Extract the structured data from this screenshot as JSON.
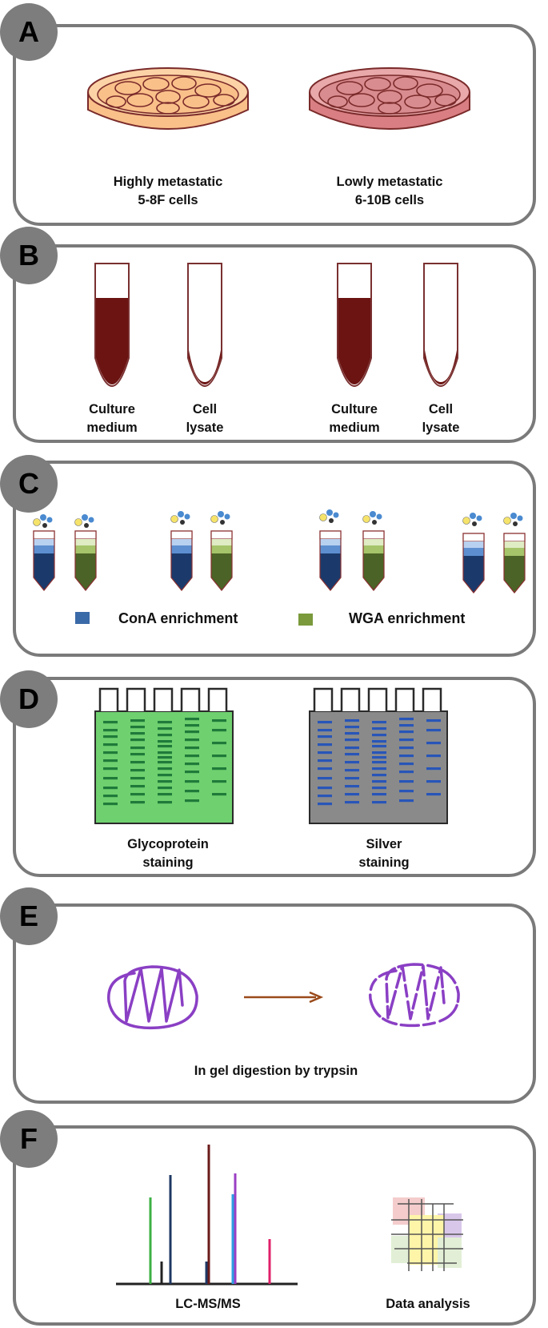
{
  "panels": {
    "a": {
      "letter": "A",
      "dish1": {
        "line1": "Highly metastatic",
        "line2": "5-8F cells",
        "color": "#f9c08a"
      },
      "dish2": {
        "line1": "Lowly metastatic",
        "line2": "6-10B cells",
        "color": "#d97f83"
      }
    },
    "b": {
      "letter": "B",
      "tubes": [
        {
          "line1": "Culture",
          "line2": "medium"
        },
        {
          "line1": "Cell",
          "line2": "lysate"
        },
        {
          "line1": "Culture",
          "line2": "medium"
        },
        {
          "line1": "Cell",
          "line2": "lysate"
        }
      ],
      "liquid_color": "#6b1412"
    },
    "c": {
      "letter": "C",
      "legend": [
        {
          "label": "ConA enrichment",
          "color": "#3b6aa8"
        },
        {
          "label": "WGA enrichment",
          "color": "#7a9a3b"
        }
      ]
    },
    "d": {
      "letter": "D",
      "gel1": {
        "line1": "Glycoprotein",
        "line2": "staining",
        "color": "#6fd06f"
      },
      "gel2": {
        "line1": "Silver",
        "line2": "staining",
        "color": "#8a8a8a"
      }
    },
    "e": {
      "letter": "E",
      "caption": "In gel digestion by trypsin"
    },
    "f": {
      "letter": "F",
      "caption1": "LC-MS/MS",
      "caption2": "Data analysis"
    }
  }
}
